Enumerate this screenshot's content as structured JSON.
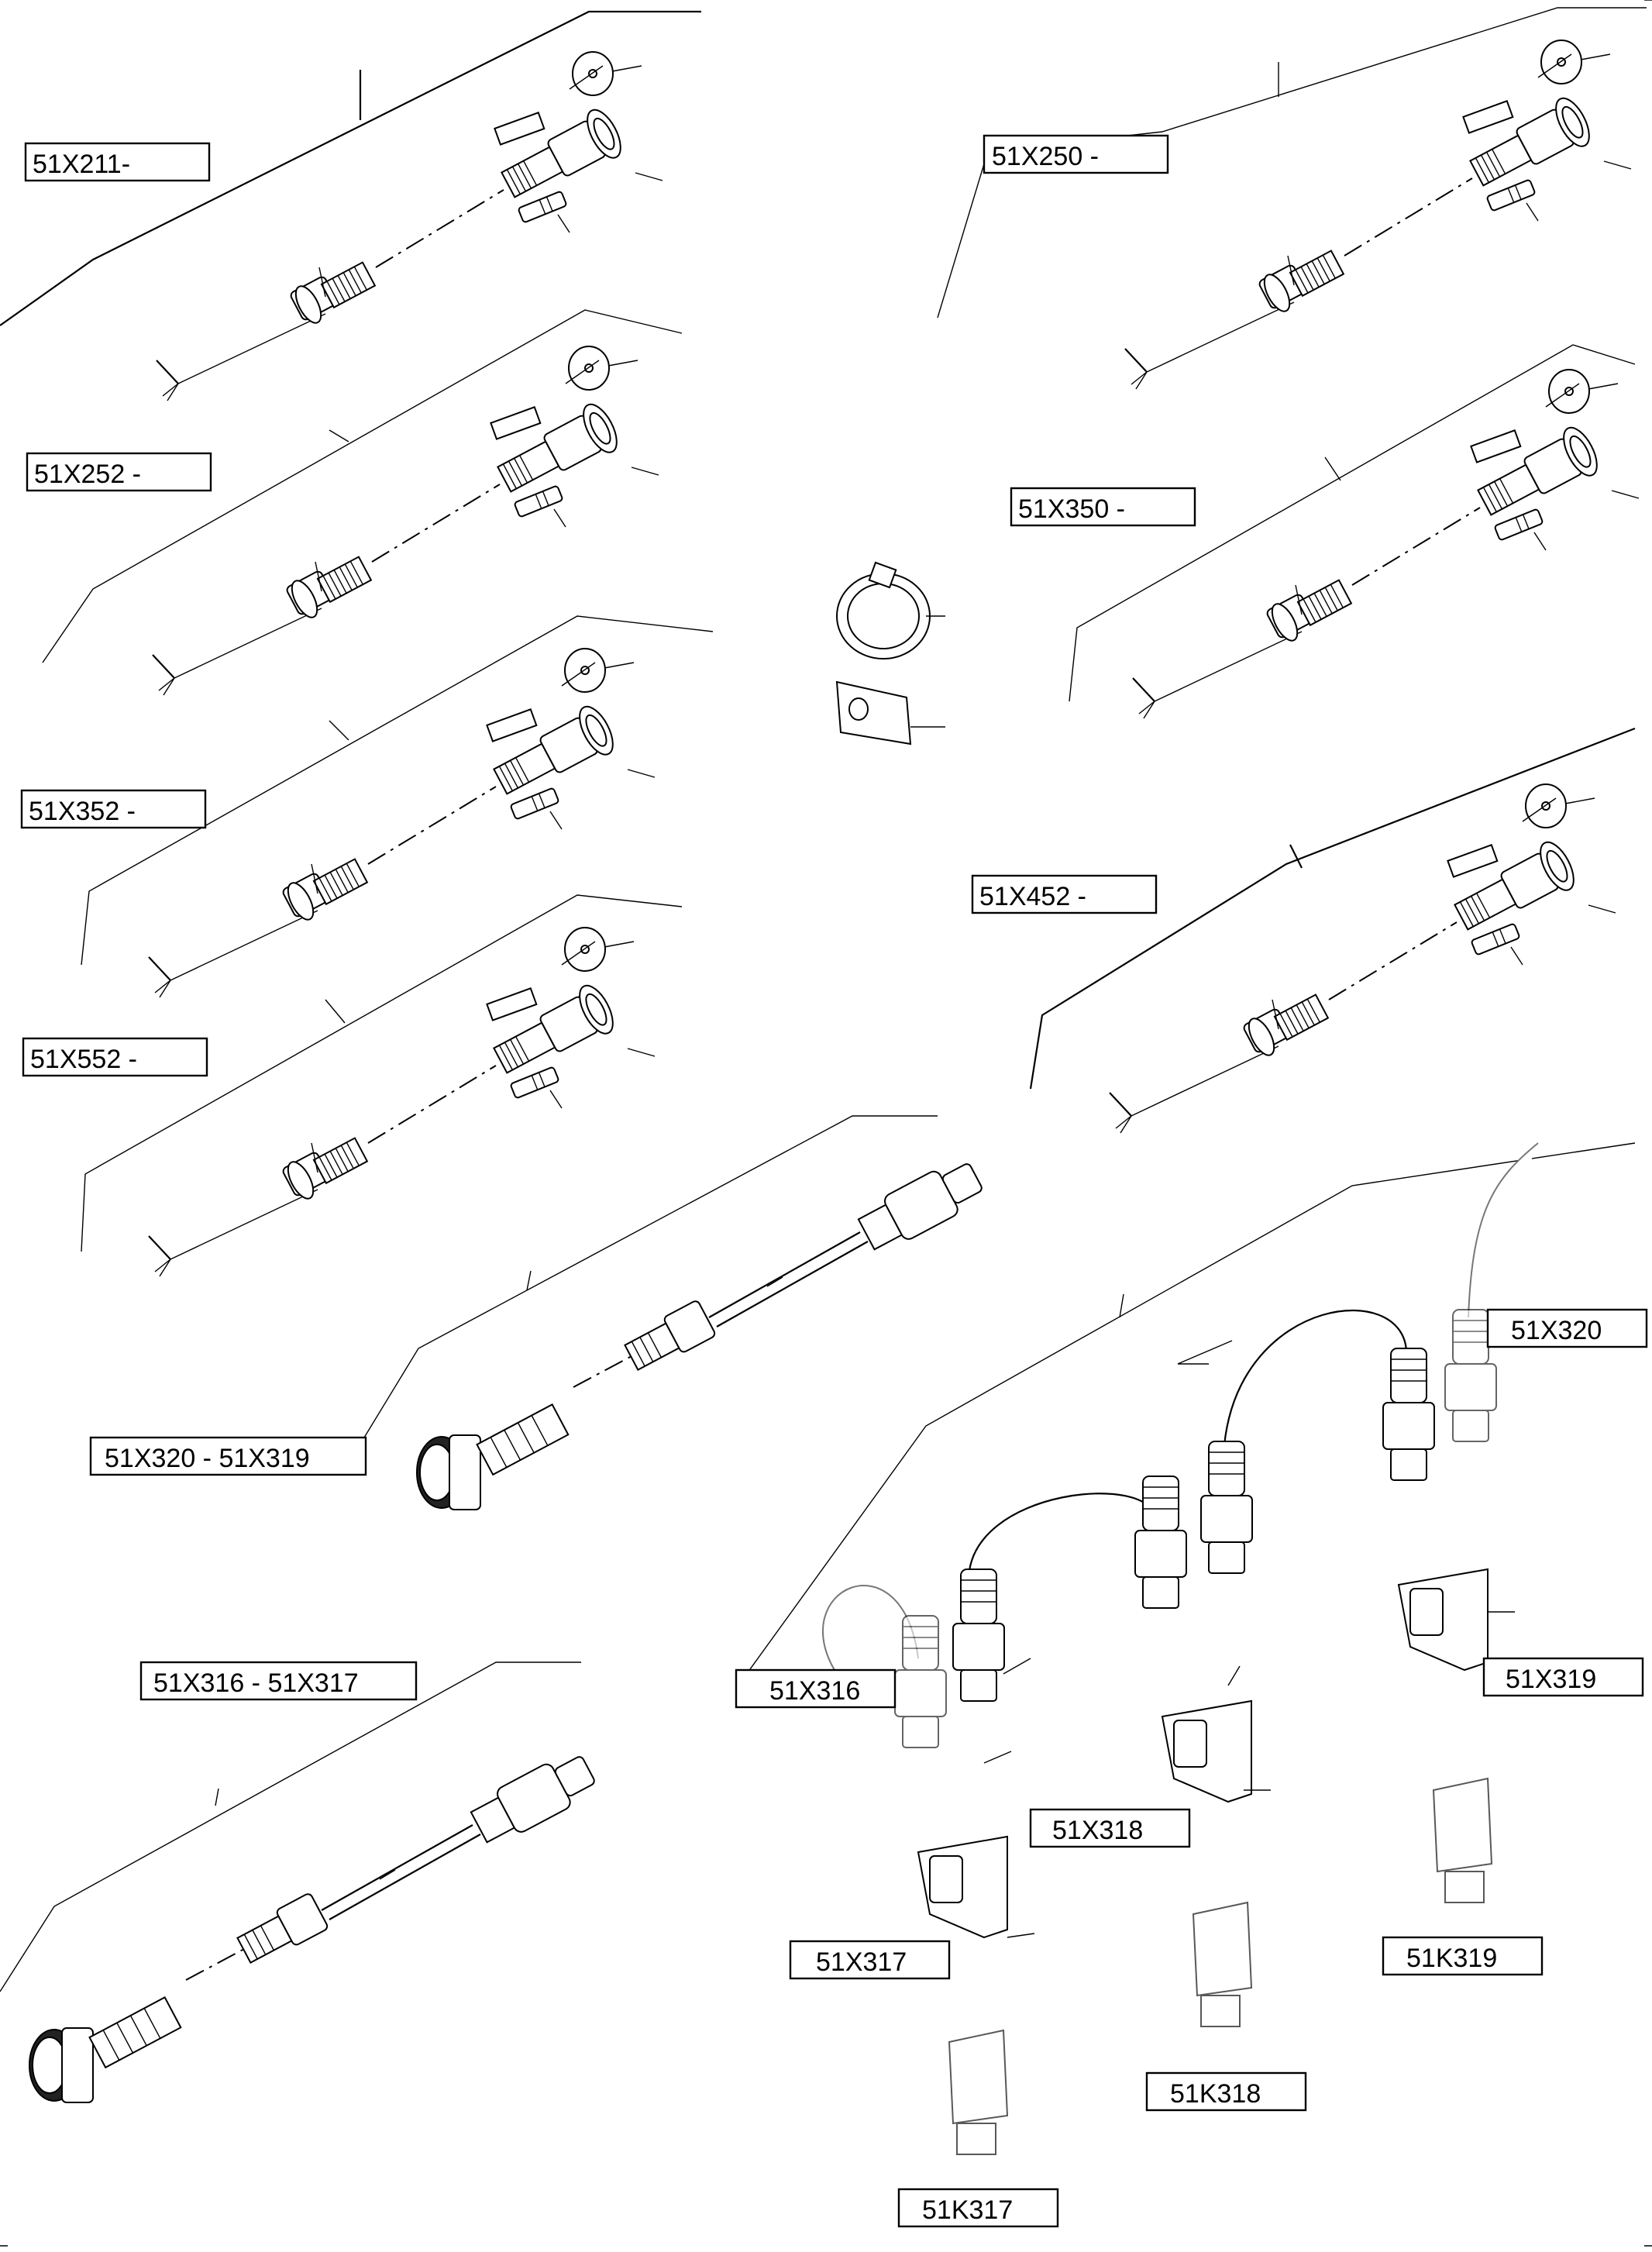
{
  "labels": {
    "x211": "51X211-",
    "x250": "51X250 -",
    "x252": "51X252 -",
    "x350": "51X350 -",
    "x352": "51X352 -",
    "x452": "51X452 -",
    "x552": "51X552 -",
    "x320_319": "51X320 - 51X319",
    "x316_317": "51X316 - 51X317",
    "x320": "51X320",
    "x316": "51X316",
    "x319": "51X319",
    "x318": "51X318",
    "x317": "51X317",
    "k319": "51K319",
    "k318": "51K318",
    "k317": "51K317"
  }
}
